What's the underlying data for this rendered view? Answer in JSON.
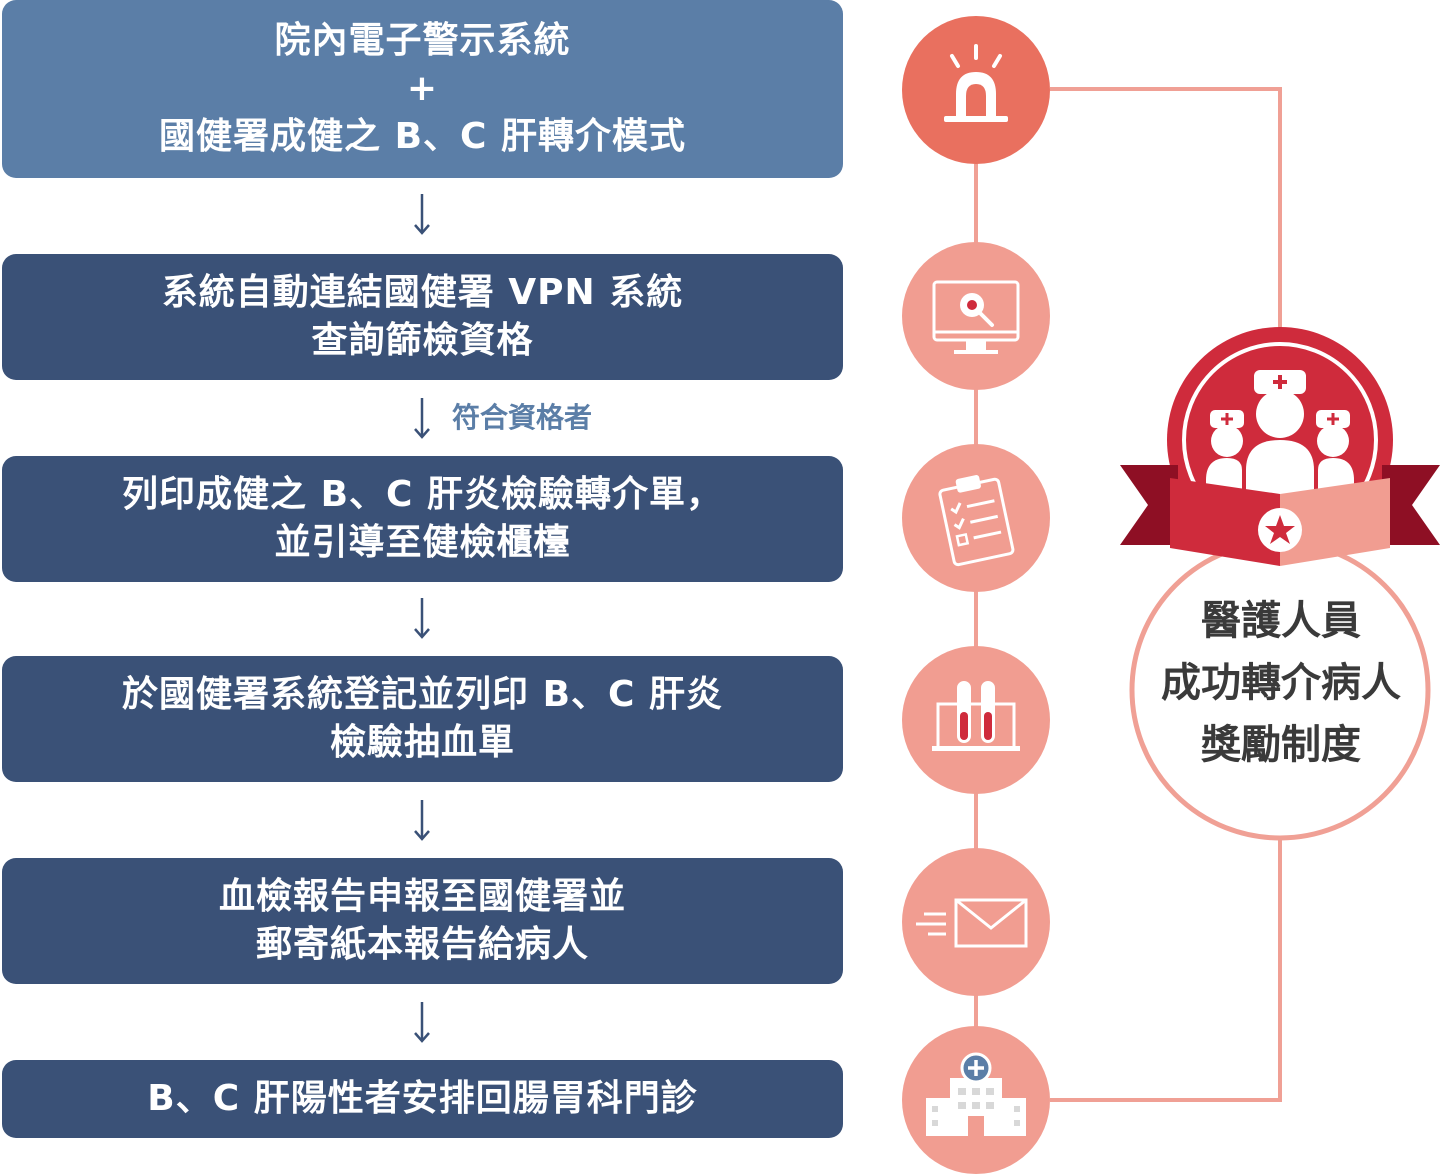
{
  "steps": [
    {
      "lines": [
        "院內電子警示系統",
        "+",
        "國健署成健之 B、C 肝轉介模式"
      ]
    },
    {
      "lines": [
        "系統自動連結國健署 VPN 系統",
        "查詢篩檢資格"
      ]
    },
    {
      "lines": [
        "列印成健之 B、C 肝炎檢驗轉介單，",
        "並引導至健檢櫃檯"
      ]
    },
    {
      "lines": [
        "於國健署系統登記並列印 B、C 肝炎",
        "檢驗抽血單"
      ]
    },
    {
      "lines": [
        "血檢報告申報至國健署並",
        "郵寄紙本報告給病人"
      ]
    },
    {
      "lines": [
        "B、C 肝陽性者安排回腸胃科門診"
      ]
    }
  ],
  "arrow_label": "符合資格者",
  "icons": [
    "alarm-icon",
    "monitor-search-icon",
    "clipboard-checklist-icon",
    "test-tubes-icon",
    "envelope-icon",
    "hospital-icon"
  ],
  "badge": {
    "lines": [
      "醫護人員",
      "成功轉介病人",
      "獎勵制度"
    ],
    "icon": "medical-staff-ribbon-icon"
  },
  "colors": {
    "first_step": "#5b7ea7",
    "step": "#3a5177",
    "alarm": "#e9705f",
    "icon_circle": "#f19d91",
    "connector": "#f0a095",
    "badge_red": "#cf2b3c",
    "ribbon_dark": "#8e0f24"
  }
}
